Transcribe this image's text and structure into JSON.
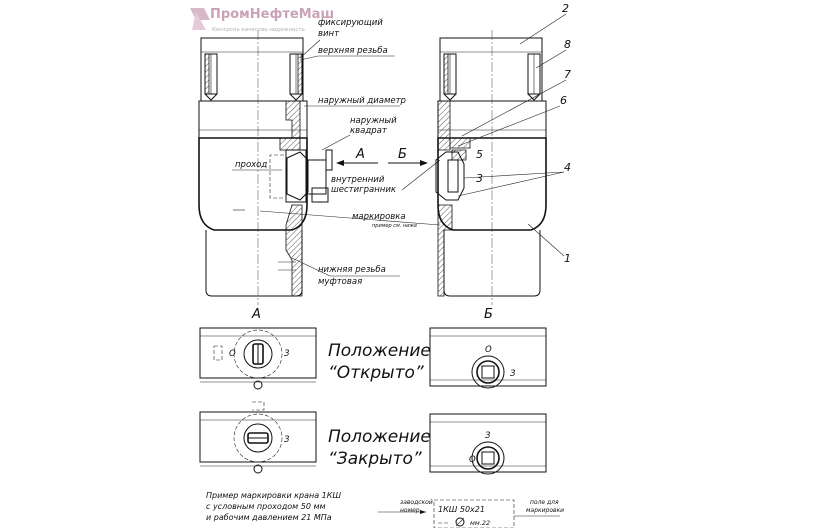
{
  "logo": {
    "name": "ПромНефтеМаш",
    "tagline": "Контроль качество надежность"
  },
  "callouts": {
    "fix_screw_1": "фиксирующий",
    "fix_screw_2": "винт",
    "upper_thread": "верхняя резьба",
    "outer_diameter": "наружный диаметр",
    "outer_square_1": "наружный",
    "outer_square_2": "квадрат",
    "passage": "проход",
    "inner_hex_1": "внутренний",
    "inner_hex_2": "шестигранник",
    "marking": "маркировка",
    "marking_example": "пример см. ниже",
    "lower_thread_1": "нижняя резьба",
    "lower_thread_2": "муфтовая"
  },
  "arrows": {
    "a": "А",
    "b": "Б"
  },
  "part_numbers": [
    "2",
    "8",
    "7",
    "6",
    "5",
    "3",
    "4",
    "1"
  ],
  "views": {
    "a_label": "А",
    "b_label": "Б"
  },
  "positions": {
    "open_1": "Положение",
    "open_2": "“Открыто”",
    "closed_1": "Положение",
    "closed_2": "“Закрыто”"
  },
  "view_marks": {
    "open_a": "О",
    "open_z": "З",
    "open_b_o": "О",
    "open_b_z": "З",
    "closed_a": "З",
    "closed_b_o": "О",
    "closed_b_z": "З"
  },
  "example": {
    "line1": "Пример маркировки крана 1КШ",
    "line2": "с условным проходом 50 мм",
    "line3": "и рабочим давлением 21 МПа",
    "factory_1": "заводской",
    "factory_2": "номер",
    "code": "1КШ 50х21",
    "sub": "мм.22",
    "field_1": "поле для",
    "field_2": "маркировки"
  }
}
